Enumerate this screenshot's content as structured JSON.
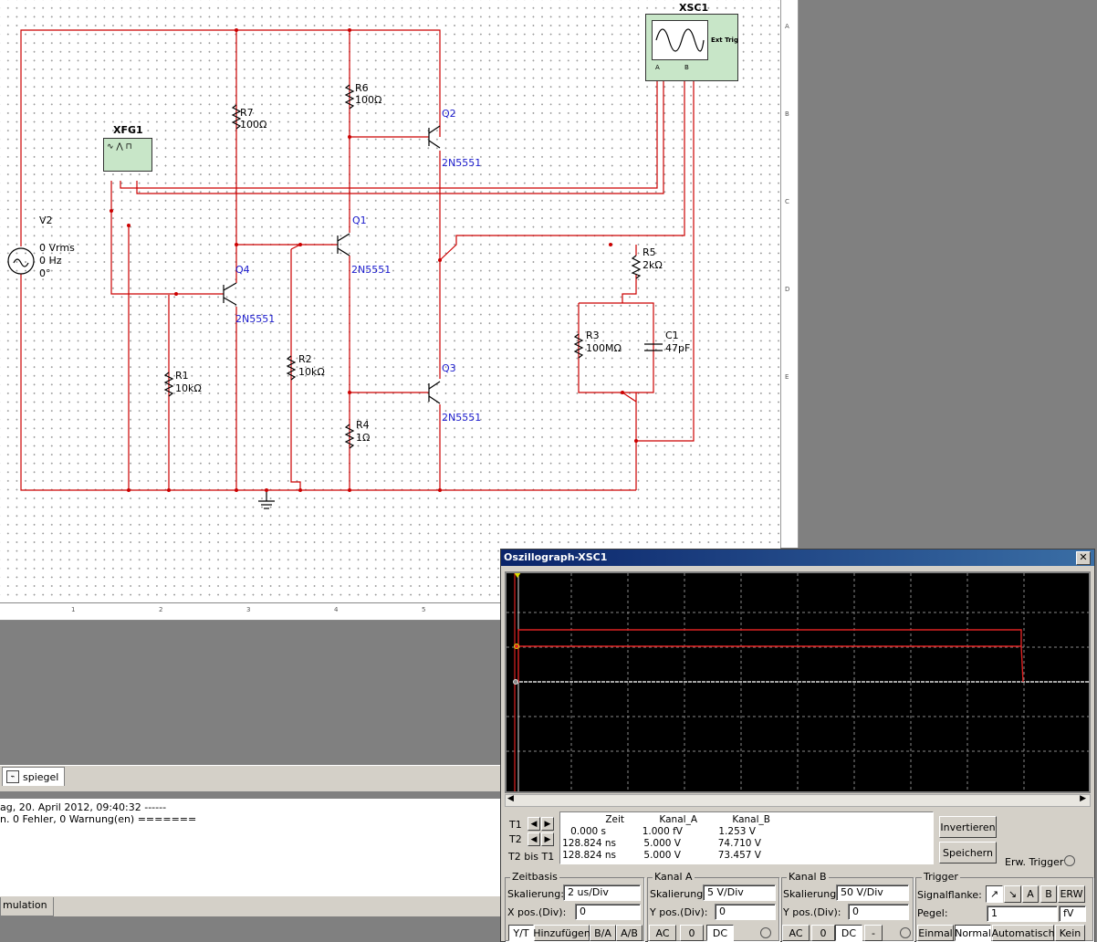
{
  "schematic": {
    "labels": {
      "xsc1": "XSC1",
      "xsc1_ext": "Ext Trig",
      "xsc1_a": "A",
      "xsc1_b": "B",
      "xfg1": "XFG1",
      "v2_name": "V2",
      "v2_rms": "0 Vrms",
      "v2_hz": "0 Hz",
      "v2_deg": "0°",
      "r6_name": "R6",
      "r6_val": "100Ω",
      "r7_name": "R7",
      "r7_val": "100Ω",
      "q2_name": "Q2",
      "q2_type": "2N5551",
      "q1_name": "Q1",
      "q1_type": "2N5551",
      "q4_name": "Q4",
      "q4_type": "2N5551",
      "q3_name": "Q3",
      "q3_type": "2N5551",
      "r5_name": "R5",
      "r5_val": "2kΩ",
      "r3_name": "R3",
      "r3_val": "100MΩ",
      "c1_name": "C1",
      "c1_val": "47pF",
      "r1_name": "R1",
      "r1_val": "10kΩ",
      "r2_name": "R2",
      "r2_val": "10kΩ",
      "r4_name": "R4",
      "r4_val": "1Ω"
    },
    "vruler": [
      "A",
      "B",
      "C",
      "D",
      "E"
    ],
    "hruler": [
      "1",
      "2",
      "3",
      "4",
      "5"
    ]
  },
  "tabs": {
    "design": "spiegel",
    "simulation": "mulation"
  },
  "log": {
    "line1": "ag, 20. April 2012, 09:40:32 ------",
    "line2": "n. 0 Fehler, 0 Warnung(en) ======="
  },
  "scope": {
    "title": "Oszillograph-XSC1",
    "close": "✕",
    "t1": "T1",
    "t2": "T2",
    "t2bis": "T2 bis T1",
    "readout": {
      "headers": [
        "Zeit",
        "Kanal_A",
        "Kanal_B"
      ],
      "rows": [
        [
          "0.000 s",
          "1.000 fV",
          "1.253 V"
        ],
        [
          "128.824 ns",
          "5.000 V",
          "74.710 V"
        ],
        [
          "128.824 ns",
          "5.000 V",
          "73.457 V"
        ]
      ]
    },
    "invert_btn": "Invertieren",
    "save_btn": "Speichern",
    "ext_trigger": "Erw. Trigger",
    "zeitbasis": {
      "title": "Zeitbasis",
      "scale_label": "Skalierung:",
      "scale": "2 us/Div",
      "xpos_label": "X pos.(Div):",
      "xpos": "0",
      "modes": [
        "Y/T",
        "Hinzufügen",
        "B/A",
        "A/B"
      ]
    },
    "kanal_a": {
      "title": "Kanal A",
      "scale_label": "Skalierung:",
      "scale": "5  V/Div",
      "ypos_label": "Y pos.(Div):",
      "ypos": "0",
      "coupling": [
        "AC",
        "0",
        "DC"
      ]
    },
    "kanal_b": {
      "title": "Kanal B",
      "scale_label": "Skalierung:",
      "scale": "50  V/Div",
      "ypos_label": "Y pos.(Div):",
      "ypos": "0",
      "coupling": [
        "AC",
        "0",
        "DC",
        "-"
      ]
    },
    "trigger": {
      "title": "Trigger",
      "edge_label": "Signalflanke:",
      "sources": [
        "A",
        "B",
        "ERW"
      ],
      "level_label": "Pegel:",
      "level": "1",
      "level_unit": "fV",
      "modes": [
        "Einmal",
        "Normal",
        "Automatisch",
        "Kein"
      ]
    }
  },
  "colors": {
    "wire": "#cc0000",
    "trace_a": "#dddddd",
    "trace_b": "#dd2222",
    "title_start": "#0a246a",
    "title_end": "#3a6ea5"
  }
}
